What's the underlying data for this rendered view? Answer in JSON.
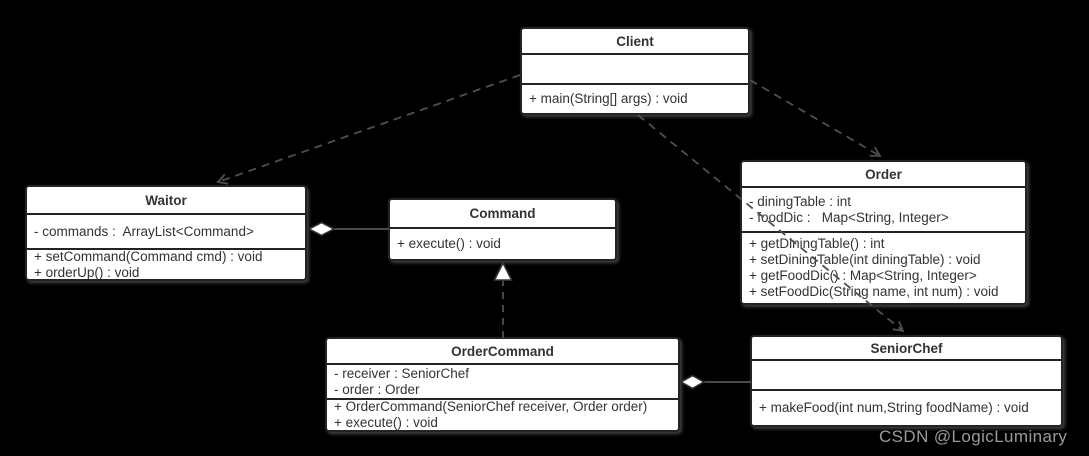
{
  "diagram": {
    "title": "Command pattern UML class diagram",
    "background_color": "#000000",
    "box_fill_color": "#ffffff",
    "box_border_color": "#232323",
    "text_color": "#333333",
    "connector_color": "#4f4f4f",
    "watermark": "CSDN @LogicLuminary",
    "classes": [
      {
        "name": "Client",
        "attributes": [],
        "methods": [
          "+ main(String[] args) : void"
        ]
      },
      {
        "name": "Waitor",
        "attributes": [
          "- commands :  ArrayList<Command>"
        ],
        "methods": [
          "+ setCommand(Command cmd) : void",
          "+ orderUp() : void"
        ]
      },
      {
        "name": "Command",
        "attributes": [],
        "methods": [
          "+ execute() : void"
        ]
      },
      {
        "name": "Order",
        "attributes": [
          "- diningTable : int",
          "- foodDic :   Map<String, Integer>"
        ],
        "methods": [
          "+ getDiningTable() : int",
          "+ setDiningTable(int diningTable) : void",
          "+ getFoodDic() : Map<String, Integer>",
          "+ setFoodDic(String name, int num) : void"
        ]
      },
      {
        "name": "OrderCommand",
        "attributes": [
          "- receiver : SeniorChef",
          "- order : Order"
        ],
        "methods": [
          "+ OrderCommand(SeniorChef receiver, Order order)",
          "+ execute() : void"
        ]
      },
      {
        "name": "SeniorChef",
        "attributes": [],
        "methods": [
          "+ makeFood(int num,String foodName) : void"
        ]
      }
    ],
    "relationships": [
      {
        "type": "dependency",
        "from": "Client",
        "to": "Waitor",
        "line": "dashed",
        "head": "open-arrow"
      },
      {
        "type": "dependency",
        "from": "Client",
        "to": "Order",
        "line": "dashed",
        "head": "open-arrow"
      },
      {
        "type": "dependency",
        "from": "Client",
        "to": "SeniorChef",
        "line": "dashed",
        "head": "open-arrow"
      },
      {
        "type": "realization",
        "from": "OrderCommand",
        "to": "Command",
        "line": "dashed",
        "head": "hollow-triangle"
      },
      {
        "type": "aggregation",
        "from": "Command",
        "to": "Waitor",
        "line": "solid",
        "head": "hollow-diamond-at-Waitor"
      },
      {
        "type": "aggregation",
        "from": "SeniorChef",
        "to": "OrderCommand",
        "line": "solid",
        "head": "hollow-diamond-at-OrderCommand"
      }
    ]
  }
}
